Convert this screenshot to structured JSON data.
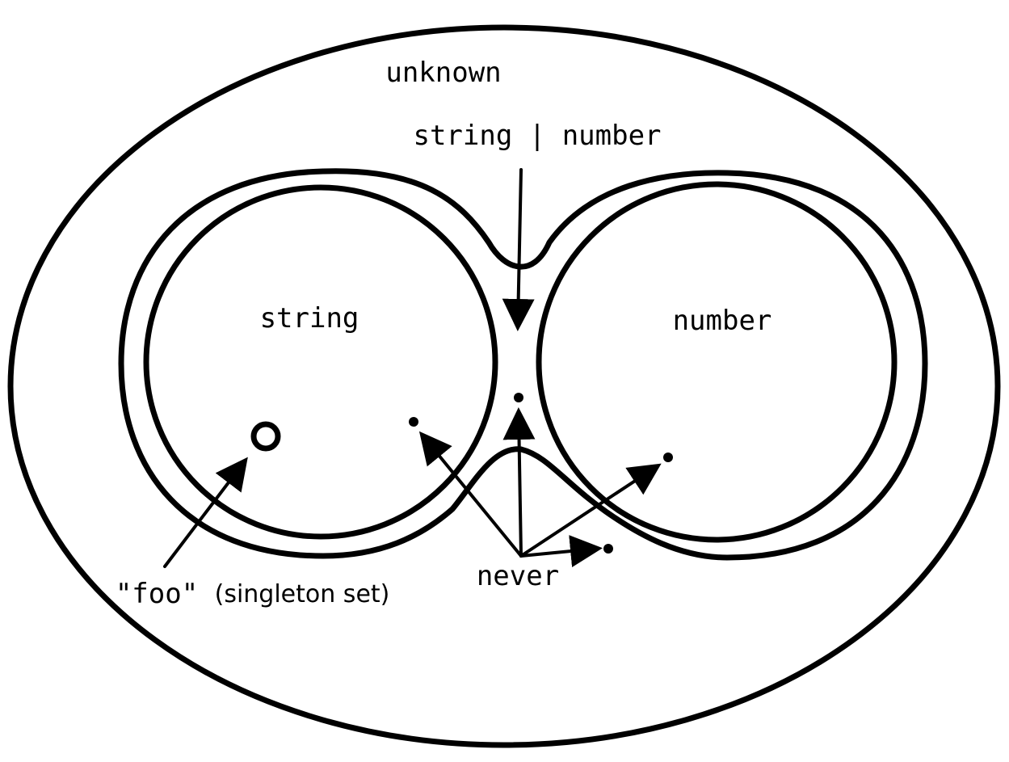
{
  "labels": {
    "unknown": "unknown",
    "union": "string | number",
    "string": "string",
    "number": "number",
    "never": "never",
    "foo": "\"foo\"",
    "foo_note": "(singleton set)"
  },
  "colors": {
    "ink": "#000000",
    "background": "#ffffff"
  }
}
